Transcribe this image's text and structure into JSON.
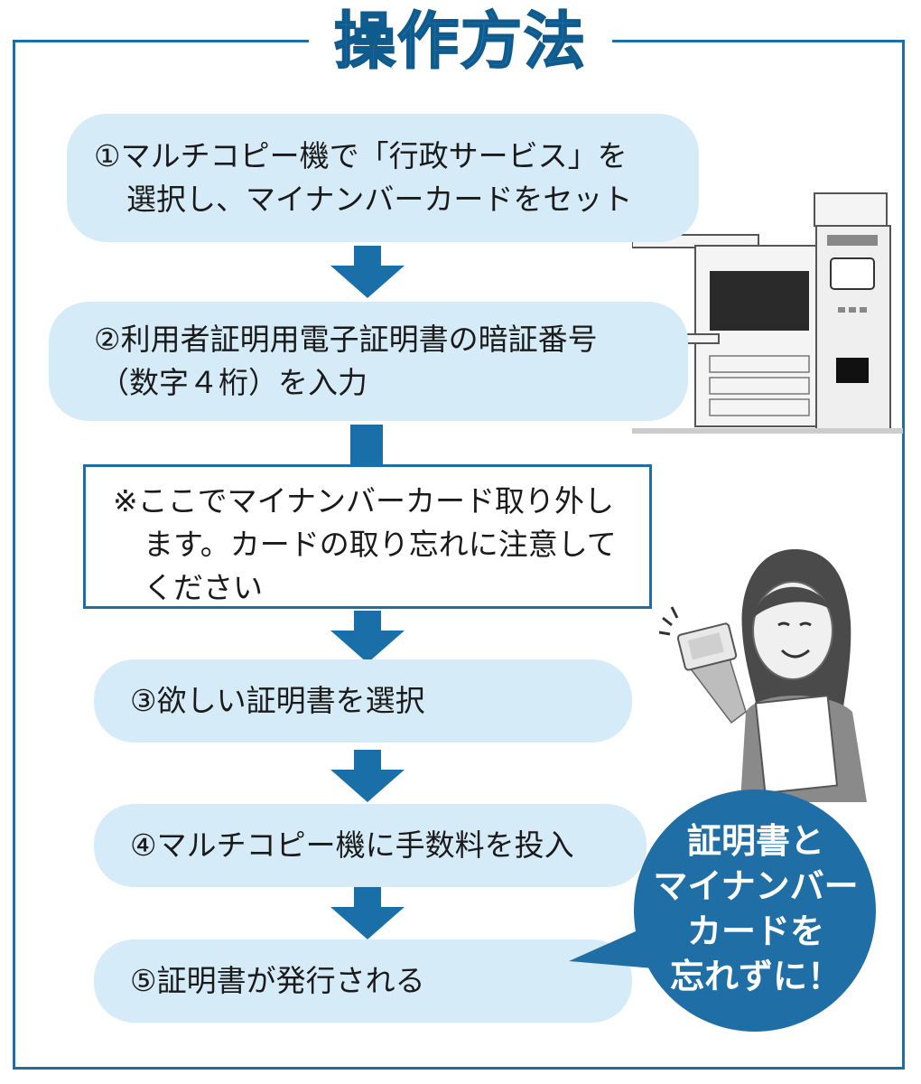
{
  "title": "操作方法",
  "steps": [
    {
      "lines": [
        "①マルチコピー機で「行政サービス」を",
        "選択し、マイナンバーカードをセット"
      ]
    },
    {
      "lines": [
        "②利用者証明用電子証明書の暗証番号",
        "（数字４桁）を入力"
      ]
    },
    {
      "lines": [
        "③欲しい証明書を選択"
      ]
    },
    {
      "lines": [
        "④マルチコピー機に手数料を投入"
      ]
    },
    {
      "lines": [
        "⑤証明書が発行される"
      ]
    }
  ],
  "note": {
    "lines": [
      "※ここでマイナンバーカード取り外し",
      "ます。カードの取り忘れに注意して",
      "ください"
    ]
  },
  "callout": {
    "lines": [
      "証明書と",
      "マイナンバー",
      "カードを",
      "忘れずに！"
    ]
  },
  "colors": {
    "accent": "#1b6fa8",
    "step_bg": "#d6ebf8",
    "bubble": "#1f6fa6"
  },
  "icons": [
    "copier-machine-illustration",
    "woman-holding-card-illustration"
  ]
}
